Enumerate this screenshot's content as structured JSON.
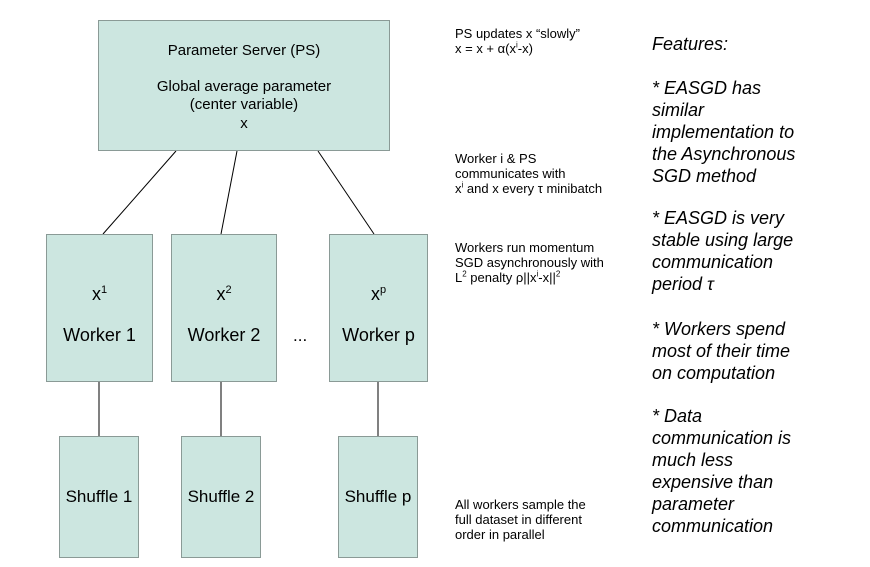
{
  "ps": {
    "title": "Parameter Server (PS)",
    "line1": "Global average parameter",
    "line2": "(center variable)",
    "var": "x"
  },
  "workers": [
    {
      "var_base": "x",
      "var_sup": "1",
      "label": "Worker 1"
    },
    {
      "var_base": "x",
      "var_sup": "2",
      "label": "Worker 2"
    },
    {
      "var_base": "x",
      "var_sup": "p",
      "label": "Worker p"
    }
  ],
  "ellipsis": "...",
  "shuffles": [
    "Shuffle 1",
    "Shuffle 2",
    "Shuffle p"
  ],
  "notes": {
    "ps_update_line1": "PS updates x “slowly”",
    "ps_update_formula_pre": "x = x + α(x",
    "ps_update_formula_sup": "i",
    "ps_update_formula_post": "-x)",
    "comm_line1": "Worker i & PS",
    "comm_line2": "communicates with",
    "comm_line3_pre": "x",
    "comm_line3_sup": "i",
    "comm_line3_post": " and x every τ minibatch",
    "workers_line1": "Workers run momentum",
    "workers_line2": "SGD asynchronously with",
    "workers_line3_pre": "L",
    "workers_line3_sup1": "2",
    "workers_line3_mid": " penalty ρ||x",
    "workers_line3_sup2": "i",
    "workers_line3_mid2": "-x||",
    "workers_line3_sup3": "2",
    "sample_line1": "All workers sample the",
    "sample_line2": "full dataset in different",
    "sample_line3": "order in parallel"
  },
  "features": {
    "heading": "Features:",
    "items": [
      [
        "* EASGD has",
        "similar",
        "implementation to",
        "the Asynchronous",
        "SGD method"
      ],
      [
        "* EASGD is very",
        "stable using large",
        "communication",
        "period τ"
      ],
      [
        "* Workers spend",
        "most of their time",
        "on computation"
      ],
      [
        "* Data",
        "communication is",
        "much less",
        "expensive than",
        "parameter",
        "communication"
      ]
    ]
  },
  "colors": {
    "box_fill": "#cce6e0",
    "box_border": "#8a9a96",
    "line": "#000000"
  }
}
